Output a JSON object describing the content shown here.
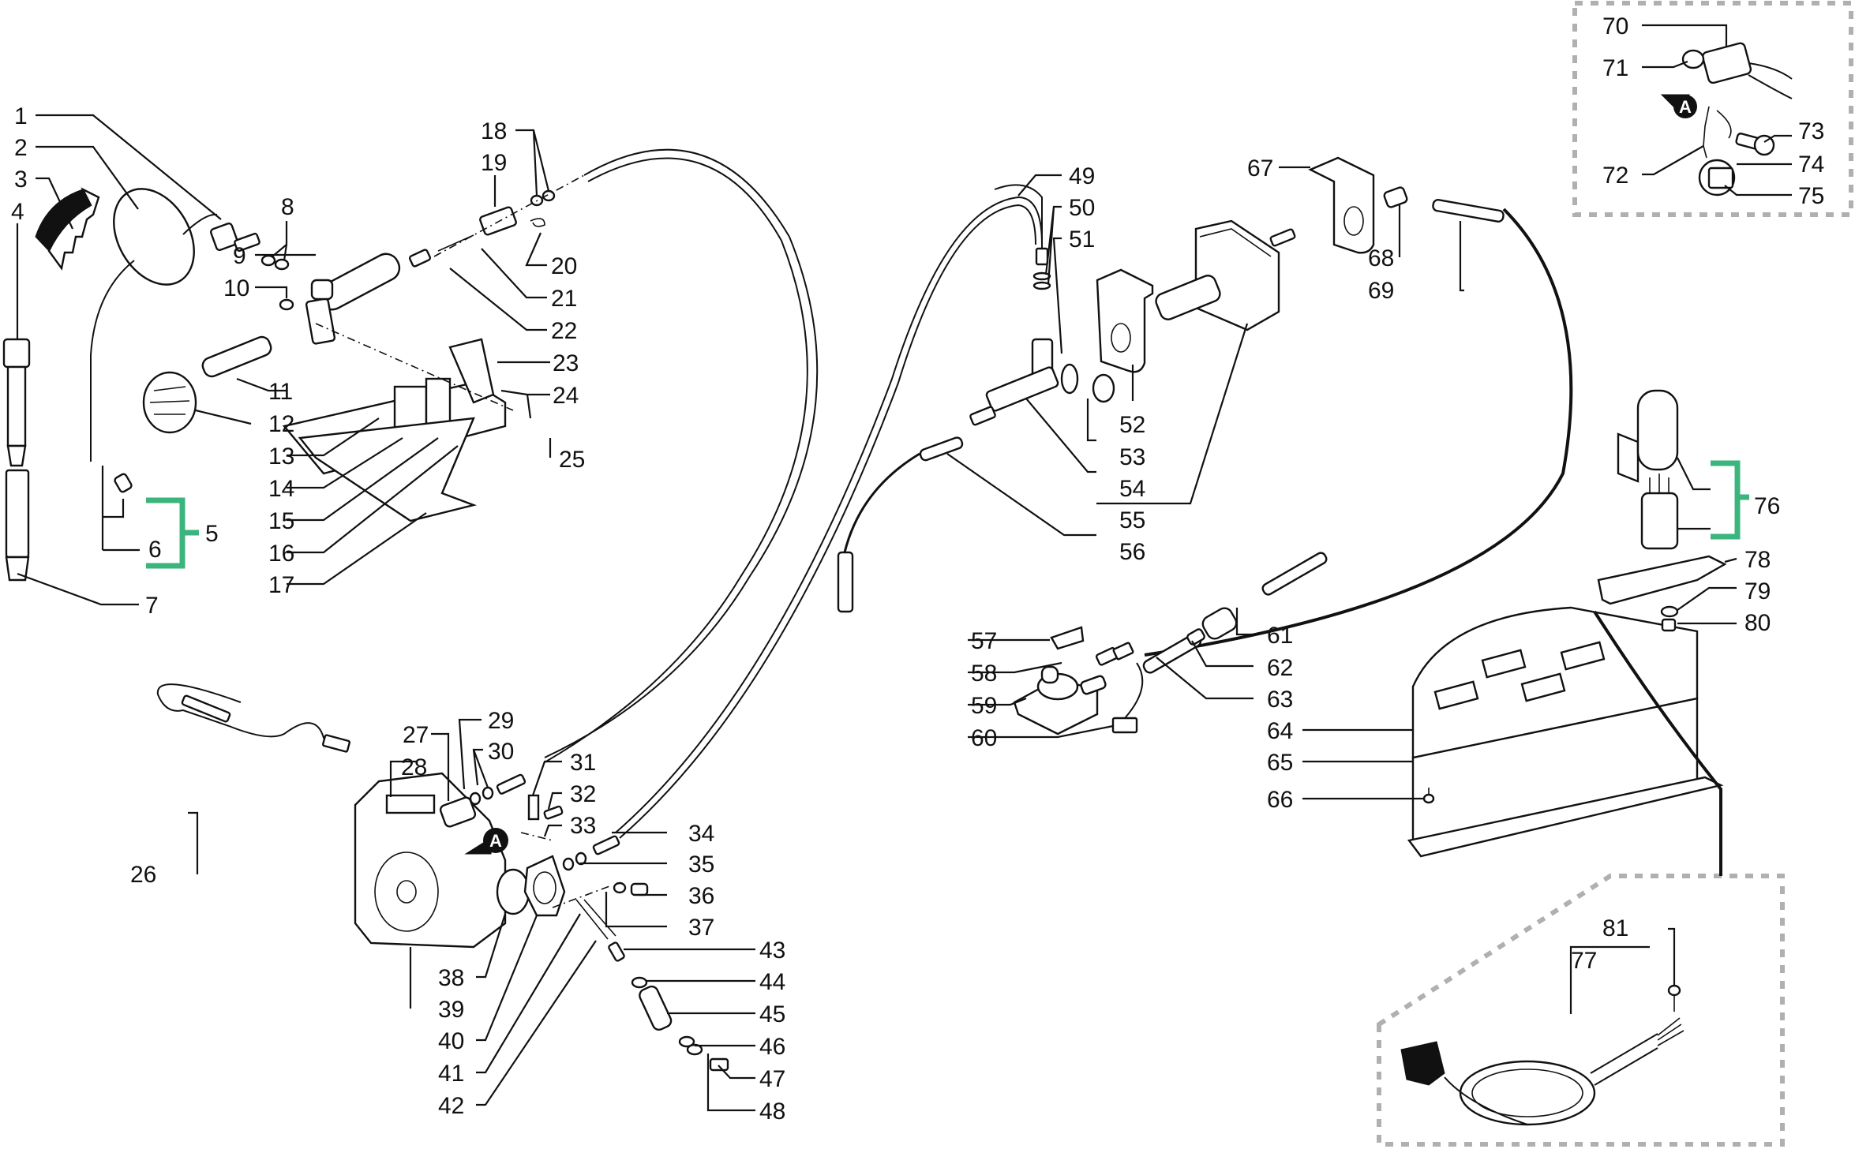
{
  "diagram": {
    "title": "Exploded parts diagram",
    "accent_color": "#3cb47e",
    "inset_border_color": "#b0b0b0",
    "view_marker": "A",
    "callouts": [
      {
        "id": "1",
        "label": "1"
      },
      {
        "id": "2",
        "label": "2"
      },
      {
        "id": "3",
        "label": "3"
      },
      {
        "id": "4",
        "label": "4"
      },
      {
        "id": "5",
        "label": "5"
      },
      {
        "id": "6",
        "label": "6"
      },
      {
        "id": "7",
        "label": "7"
      },
      {
        "id": "8",
        "label": "8"
      },
      {
        "id": "9",
        "label": "9"
      },
      {
        "id": "10",
        "label": "10"
      },
      {
        "id": "11",
        "label": "11"
      },
      {
        "id": "12",
        "label": "12"
      },
      {
        "id": "13",
        "label": "13"
      },
      {
        "id": "14",
        "label": "14"
      },
      {
        "id": "15",
        "label": "15"
      },
      {
        "id": "16",
        "label": "16"
      },
      {
        "id": "17",
        "label": "17"
      },
      {
        "id": "18",
        "label": "18"
      },
      {
        "id": "19",
        "label": "19"
      },
      {
        "id": "20",
        "label": "20"
      },
      {
        "id": "21",
        "label": "21"
      },
      {
        "id": "22",
        "label": "22"
      },
      {
        "id": "23",
        "label": "23"
      },
      {
        "id": "24",
        "label": "24"
      },
      {
        "id": "25",
        "label": "25"
      },
      {
        "id": "26",
        "label": "26"
      },
      {
        "id": "27",
        "label": "27"
      },
      {
        "id": "28",
        "label": "28"
      },
      {
        "id": "29",
        "label": "29"
      },
      {
        "id": "30",
        "label": "30"
      },
      {
        "id": "31",
        "label": "31"
      },
      {
        "id": "32",
        "label": "32"
      },
      {
        "id": "33",
        "label": "33"
      },
      {
        "id": "34",
        "label": "34"
      },
      {
        "id": "35",
        "label": "35"
      },
      {
        "id": "36",
        "label": "36"
      },
      {
        "id": "37",
        "label": "37"
      },
      {
        "id": "38",
        "label": "38"
      },
      {
        "id": "39",
        "label": "39"
      },
      {
        "id": "40",
        "label": "40"
      },
      {
        "id": "41",
        "label": "41"
      },
      {
        "id": "42",
        "label": "42"
      },
      {
        "id": "43",
        "label": "43"
      },
      {
        "id": "44",
        "label": "44"
      },
      {
        "id": "45",
        "label": "45"
      },
      {
        "id": "46",
        "label": "46"
      },
      {
        "id": "47",
        "label": "47"
      },
      {
        "id": "48",
        "label": "48"
      },
      {
        "id": "49",
        "label": "49"
      },
      {
        "id": "50",
        "label": "50"
      },
      {
        "id": "51",
        "label": "51"
      },
      {
        "id": "52",
        "label": "52"
      },
      {
        "id": "53",
        "label": "53"
      },
      {
        "id": "54",
        "label": "54"
      },
      {
        "id": "55",
        "label": "55"
      },
      {
        "id": "56",
        "label": "56"
      },
      {
        "id": "57",
        "label": "57"
      },
      {
        "id": "58",
        "label": "58"
      },
      {
        "id": "59",
        "label": "59"
      },
      {
        "id": "60",
        "label": "60"
      },
      {
        "id": "61",
        "label": "61"
      },
      {
        "id": "62",
        "label": "62"
      },
      {
        "id": "63",
        "label": "63"
      },
      {
        "id": "64",
        "label": "64"
      },
      {
        "id": "65",
        "label": "65"
      },
      {
        "id": "66",
        "label": "66"
      },
      {
        "id": "67",
        "label": "67"
      },
      {
        "id": "68",
        "label": "68"
      },
      {
        "id": "69",
        "label": "69"
      },
      {
        "id": "70",
        "label": "70"
      },
      {
        "id": "71",
        "label": "71"
      },
      {
        "id": "72",
        "label": "72"
      },
      {
        "id": "73",
        "label": "73"
      },
      {
        "id": "74",
        "label": "74"
      },
      {
        "id": "75",
        "label": "75"
      },
      {
        "id": "76",
        "label": "76"
      },
      {
        "id": "77",
        "label": "77"
      },
      {
        "id": "78",
        "label": "78"
      },
      {
        "id": "79",
        "label": "79"
      },
      {
        "id": "80",
        "label": "80"
      },
      {
        "id": "81",
        "label": "81"
      }
    ],
    "groups": [
      {
        "label": "5",
        "members": [
          "6"
        ]
      },
      {
        "label": "76",
        "members": []
      }
    ]
  }
}
